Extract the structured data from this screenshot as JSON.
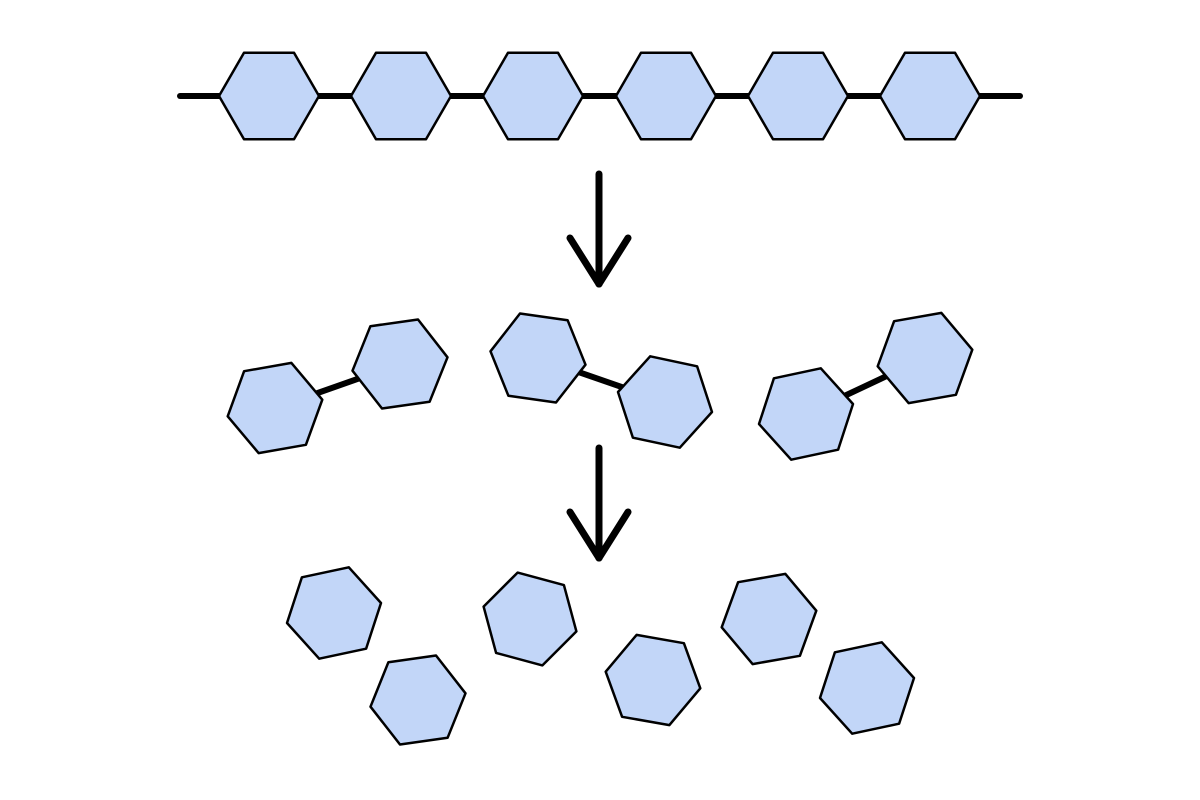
{
  "colors": {
    "monomer_fill": "#c2d6f8",
    "stroke": "#000000",
    "background": "#ffffff"
  },
  "stages": [
    {
      "name": "polymer-chain",
      "monomers": 6,
      "bonds": 7
    },
    {
      "name": "dimers",
      "monomers": 6,
      "bonds": 3
    },
    {
      "name": "free-monomers",
      "monomers": 6,
      "bonds": 0
    }
  ]
}
